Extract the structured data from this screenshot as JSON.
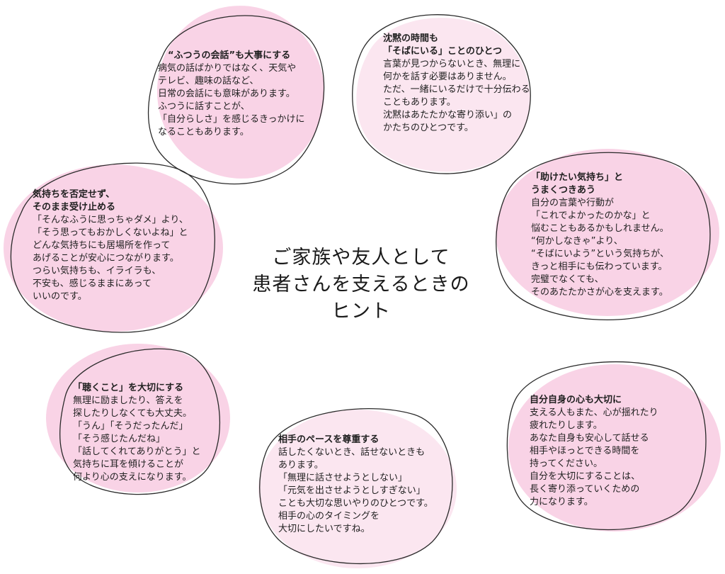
{
  "title_lines": [
    "ご家族や友人として",
    "患者さんを支えるときの",
    "ヒント"
  ],
  "colors": {
    "pink_fill": "#f9d3e6",
    "pink_light": "#fbe6f0",
    "outline": "#2a2a2a"
  },
  "cards": [
    {
      "id": "everyday-talk",
      "heading": [
        "“ふつうの会話”も大事にする"
      ],
      "body": [
        "病気の話ばかりではなく、天気や",
        "テレビ、趣味の話など、",
        "日常の会話にも意味があります。",
        "ふつうに話すことが、",
        "「自分らしさ」を感じるきっかけに",
        "なることもあります。"
      ]
    },
    {
      "id": "silence",
      "heading": [
        "沈黙の時間も",
        "「そばにいる」ことのひとつ"
      ],
      "body": [
        "言葉が見つからないとき、無理に",
        "何かを話す必要はありません。",
        "ただ、一緒にいるだけで十分伝わる",
        "こともあります。",
        "沈黙はあたたかな寄り添い」の",
        "かたちのひとつです。"
      ]
    },
    {
      "id": "accept-feelings",
      "heading": [
        "気持ちを否定せず、",
        "そのまま受け止める"
      ],
      "body": [
        "「そんなふうに思っちゃダメ」より、",
        "「そう思ってもおかしくないよね」と",
        "どんな気持ちにも居場所を作って",
        "あげることが安心につながります。",
        "つらい気持ちも、イライラも、",
        "不安も、感じるままにあって",
        "いいのです。"
      ]
    },
    {
      "id": "want-to-help",
      "heading": [
        "「助けたい気持ち」と",
        "うまくつきあう"
      ],
      "body": [
        "自分の言葉や行動が",
        "「これでよかったのかな」と",
        "悩むこともあるかもしれません。",
        "“何かしなきゃ”より、",
        "“そばにいよう”という気持ちが、",
        "きっと相手にも伝わっています。",
        "完璧でなくても、",
        "そのあたたかさが心を支えます。"
      ]
    },
    {
      "id": "listening",
      "heading": [
        "「聴くこと」を大切にする"
      ],
      "body": [
        "無理に励ましたり、答えを",
        "探したりしなくても大丈夫。",
        "「うん」「そうだったんだ」",
        "「そう感じたんだね」",
        "「話してくれてありがとう」と",
        "気持ちに耳を傾けることが",
        "何より心の支えになります。"
      ]
    },
    {
      "id": "respect-pace",
      "heading": [
        "相手のペースを尊重する"
      ],
      "body": [
        "話したくないとき、話せないときも",
        "あります。",
        "「無理に話させようとしない」",
        "「元気を出させようとしすぎない」",
        "ことも大切な思いやりのひとつです。",
        "相手の心のタイミングを",
        "大切にしたいですね。"
      ]
    },
    {
      "id": "self-care",
      "heading": [
        "自分自身の心も大切に"
      ],
      "body": [
        "支える人もまた、心が揺れたり",
        "疲れたりします。",
        "あなた自身も安心して話せる",
        "相手やほっとできる時間を",
        "持ってください。",
        "自分を大切にすることは、",
        "長く寄り添っていくための",
        "力になります。"
      ]
    }
  ]
}
